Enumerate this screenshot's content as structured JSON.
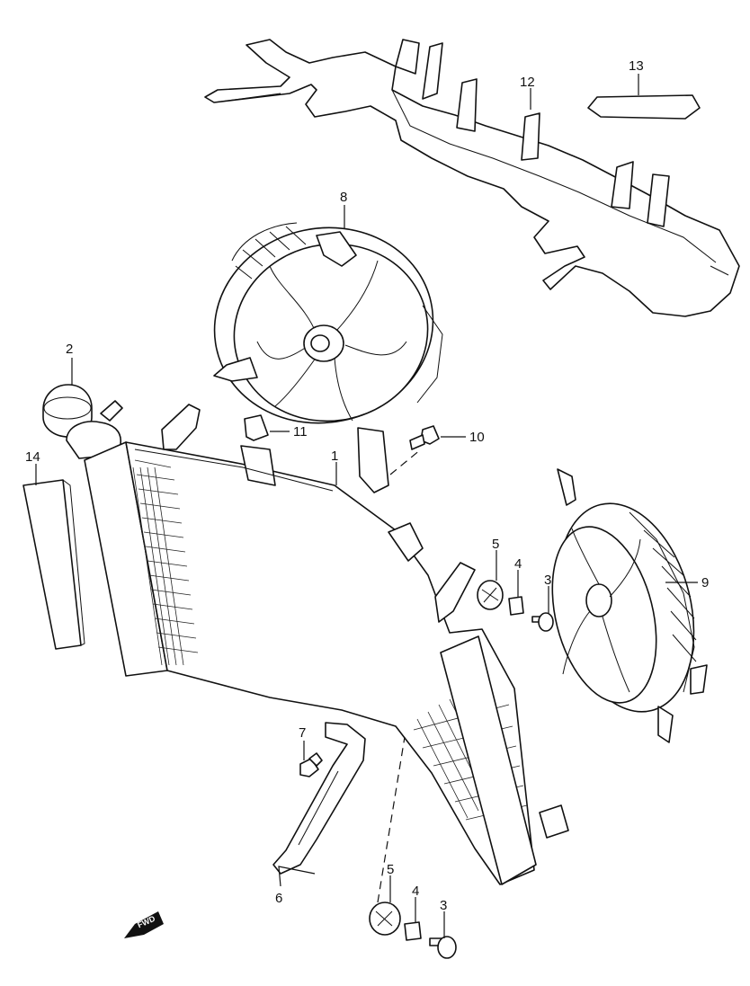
{
  "callouts": {
    "c1": "1",
    "c2": "2",
    "c3a": "3",
    "c3b": "3",
    "c4a": "4",
    "c4b": "4",
    "c5a": "5",
    "c5b": "5",
    "c6": "6",
    "c7": "7",
    "c8": "8",
    "c9": "9",
    "c10": "10",
    "c11": "11",
    "c12": "12",
    "c13": "13",
    "c14": "14"
  },
  "direction_badge": "FWD",
  "colors": {
    "line": "#111111",
    "background": "#ffffff"
  }
}
